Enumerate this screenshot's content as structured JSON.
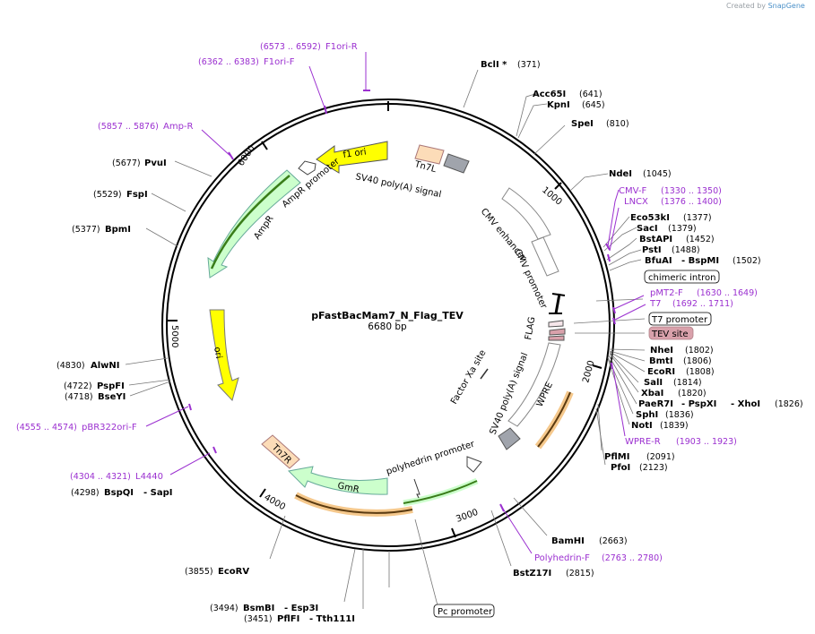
{
  "credit": {
    "prefix": "Created by",
    "brand": "SnapGene"
  },
  "plasmid": {
    "name": "pFastBacMam7_N_Flag_TEV",
    "length": "6680 bp"
  },
  "ticks": [
    "1000",
    "2000",
    "3000",
    "4000",
    "5000",
    "6000"
  ],
  "sites_right": [
    {
      "name": "BclI *",
      "pos": "(371)"
    },
    {
      "name": "Acc65I",
      "pos": "(641)"
    },
    {
      "name": "KpnI",
      "pos": "(645)"
    },
    {
      "name": "SpeI",
      "pos": "(810)"
    },
    {
      "name": "NdeI",
      "pos": "(1045)"
    },
    {
      "name": "Eco53kI",
      "pos": "(1377)"
    },
    {
      "name": "SacI",
      "pos": "(1379)"
    },
    {
      "name": "BstAPI",
      "pos": "(1452)"
    },
    {
      "name": "PstI",
      "pos": "(1488)"
    },
    {
      "name": "BfuAI",
      "name2": "BspMI",
      "pos": "(1502)"
    },
    {
      "name": "NheI",
      "pos": "(1802)"
    },
    {
      "name": "BmtI",
      "pos": "(1806)"
    },
    {
      "name": "EcoRI",
      "pos": "(1808)"
    },
    {
      "name": "SalI",
      "pos": "(1814)"
    },
    {
      "name": "XbaI",
      "pos": "(1820)"
    },
    {
      "name": "PaeR7I",
      "name2": "PspXI",
      "name3": "XhoI",
      "pos": "(1826)"
    },
    {
      "name": "SphI",
      "pos": "(1836)"
    },
    {
      "name": "NotI",
      "pos": "(1839)"
    },
    {
      "name": "PflMI",
      "pos": "(2091)"
    },
    {
      "name": "PfoI",
      "pos": "(2123)"
    },
    {
      "name": "BamHI",
      "pos": "(2663)"
    },
    {
      "name": "BstZ17I",
      "pos": "(2815)"
    }
  ],
  "sites_left": [
    {
      "name": "PvuI",
      "pos": "(5677)"
    },
    {
      "name": "FspI",
      "pos": "(5529)"
    },
    {
      "name": "BpmI",
      "pos": "(5377)"
    },
    {
      "name": "AlwNI",
      "pos": "(4830)"
    },
    {
      "name": "PspFI",
      "pos": "(4722)"
    },
    {
      "name": "BseYI",
      "pos": "(4718)"
    },
    {
      "name": "BspQI",
      "name2": "SapI",
      "pos": "(4298)"
    },
    {
      "name": "EcoRV",
      "pos": "(3855)"
    },
    {
      "name": "BsmBI",
      "name2": "Esp3I",
      "pos": "(3494)"
    },
    {
      "name": "PflFI",
      "name2": "Tth111I",
      "pos": "(3451)"
    }
  ],
  "primers": [
    {
      "name": "F1ori-R",
      "pos": "(6573 .. 6592)"
    },
    {
      "name": "F1ori-F",
      "pos": "(6362 .. 6383)"
    },
    {
      "name": "Amp-R",
      "pos": "(5857 .. 5876)"
    },
    {
      "name": "CMV-F",
      "pos": "(1330 .. 1350)"
    },
    {
      "name": "LNCX",
      "pos": "(1376 .. 1400)"
    },
    {
      "name": "pMT2-F",
      "pos": "(1630 .. 1649)"
    },
    {
      "name": "T7",
      "pos": "(1692 .. 1711)"
    },
    {
      "name": "WPRE-R",
      "pos": "(1903 .. 1923)"
    },
    {
      "name": "Polyhedrin-F",
      "pos": "(2763 .. 2780)"
    },
    {
      "name": "pBR322ori-F",
      "pos": "(4555 .. 4574)"
    },
    {
      "name": "L4440",
      "pos": "(4304 .. 4321)"
    }
  ],
  "boxed": [
    "chimeric intron",
    "T7 promoter",
    "TEV site",
    "Pc promoter"
  ],
  "features": [
    "f1 ori",
    "AmpR promoter",
    "AmpR",
    "ori",
    "Tn7R",
    "GmR",
    "polyhedrin promoter",
    "SV40 poly(A) signal",
    "WPRE",
    "Factor Xa site",
    "FLAG",
    "CMV promoter",
    "CMV enhancer",
    "Tn7L",
    "SV40 poly(A) signal"
  ],
  "colors": {
    "primer": "#9b30d0",
    "ori": "#ffff00",
    "resistance": "#ccffcc",
    "tn7": "#fcdcb8",
    "orf": "#f5c88c",
    "tev": "#d9a1ab"
  }
}
